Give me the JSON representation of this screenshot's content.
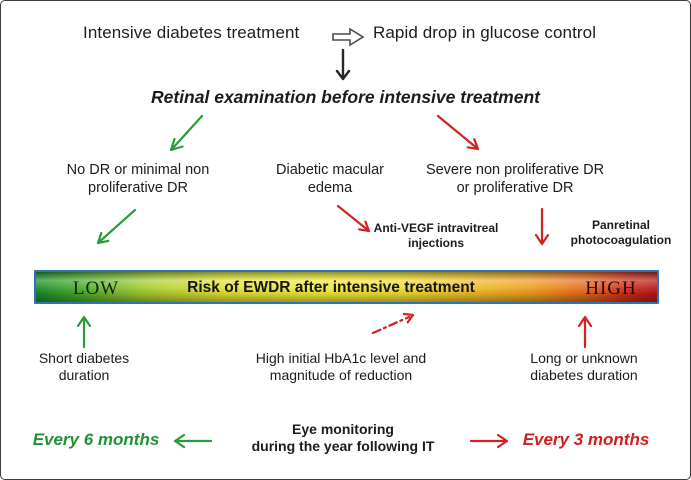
{
  "colors": {
    "accent_green": "#2a9b3a",
    "accent_red": "#d42222",
    "bar_border_blue": "#2e74b5",
    "bar_gradient": [
      "#168a28",
      "#f2ea38",
      "#b51313"
    ]
  },
  "header": {
    "left": "Intensive diabetes treatment",
    "right": "Rapid drop in glucose control"
  },
  "subtitle": "Retinal examination before intensive treatment",
  "branches": {
    "low": {
      "line1": "No DR or minimal non",
      "line2": "proliferative DR"
    },
    "mid": {
      "line1": "Diabetic macular",
      "line2": "edema"
    },
    "high": {
      "line1": "Severe non proliferative DR",
      "line2": "or proliferative DR"
    }
  },
  "treatments": {
    "anti_vegf": {
      "line1": "Anti-VEGF intravitreal",
      "line2": "injections"
    },
    "panretinal": {
      "line1": "Panretinal",
      "line2": "photocoagulation"
    }
  },
  "risk_bar": {
    "low": "LOW",
    "label": "Risk of EWDR after intensive treatment",
    "high": "HIGH"
  },
  "modifiers": {
    "left": {
      "line1": "Short diabetes",
      "line2": "duration"
    },
    "center": {
      "line1": "High initial HbA1c level and",
      "line2": "magnitude of reduction"
    },
    "right": {
      "line1": "Long or unknown",
      "line2": "diabetes duration"
    }
  },
  "monitoring": {
    "left": "Every 6 months",
    "center": {
      "line1": "Eye monitoring",
      "line2": "during the year following IT"
    },
    "right": "Every 3 months"
  }
}
